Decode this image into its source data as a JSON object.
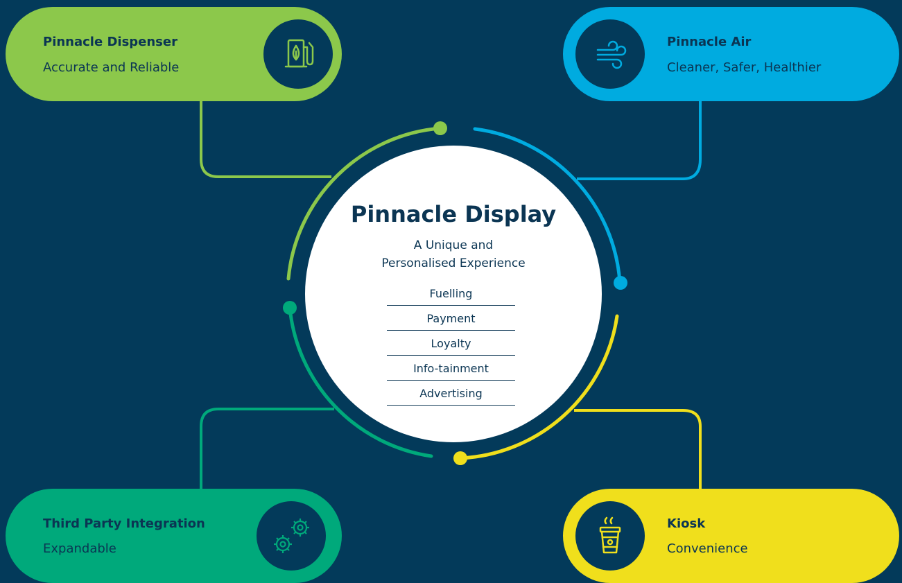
{
  "center": {
    "title": "Pinnacle Display",
    "subtitle_line1": "A Unique and",
    "subtitle_line2": "Personalised Experience",
    "items": [
      "Fuelling",
      "Payment",
      "Loyalty",
      "Info-tainment",
      "Advertising"
    ]
  },
  "nodes": {
    "dispenser": {
      "title": "Pinnacle Dispenser",
      "subtitle": "Accurate and Reliable",
      "icon": "fuel-pump-leaf-icon"
    },
    "air": {
      "title": "Pinnacle Air",
      "subtitle": "Cleaner, Safer, Healthier",
      "icon": "wind-icon"
    },
    "integration": {
      "title": "Third Party Integration",
      "subtitle": "Expandable",
      "icon": "gears-icon"
    },
    "kiosk": {
      "title": "Kiosk",
      "subtitle": "Convenience",
      "icon": "coffee-cup-icon"
    }
  },
  "colors": {
    "background": "#033a5a",
    "green": "#8cc84b",
    "blue": "#00abe0",
    "teal": "#00a97b",
    "yellow": "#f0df1c",
    "text": "#0b3553"
  }
}
